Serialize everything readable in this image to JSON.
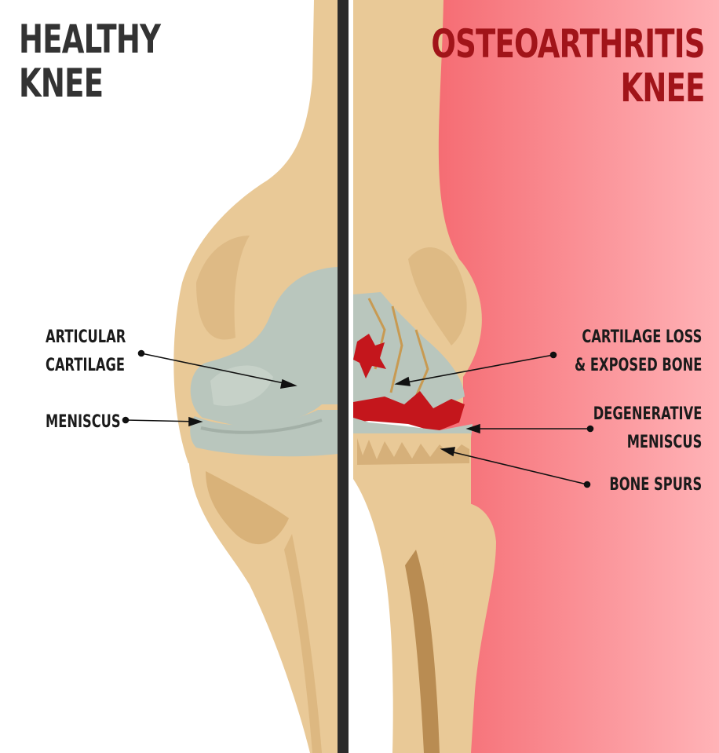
{
  "healthy": {
    "line1": "HEALTHY",
    "line2": "KNEE"
  },
  "osteo": {
    "line1": "OSTEOARTHRITIS",
    "line2": "KNEE"
  },
  "labels": {
    "articular_cartilage": {
      "line1": "ARTICULAR",
      "line2": "CARTILAGE"
    },
    "meniscus": "MENISCUS",
    "cartilage_loss": {
      "line1": "CARTILAGE LOSS",
      "line2": "& EXPOSED BONE"
    },
    "degenerative_meniscus": {
      "line1": "DEGENERATIVE",
      "line2": "MENISCUS"
    },
    "bone_spurs": "BONE SPURS"
  },
  "colors": {
    "bone": "#e9c997",
    "bone_shadow": "#d3a96f",
    "cartilage": "#b9c6bd",
    "damage_red": "#c4161c",
    "panel_red": "#f7848a",
    "divider": "#2b2b2b"
  }
}
